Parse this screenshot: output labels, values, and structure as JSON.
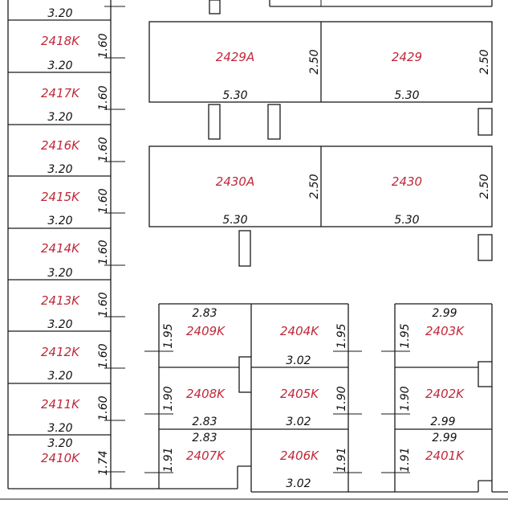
{
  "labels": {
    "r2418k": "2418K",
    "r2417k": "2417K",
    "r2416k": "2416K",
    "r2415k": "2415K",
    "r2414k": "2414K",
    "r2413k": "2413K",
    "r2412k": "2412K",
    "r2411k": "2411K",
    "r2410k": "2410K",
    "r2429a": "2429A",
    "r2429": "2429",
    "r2430a": "2430A",
    "r2430": "2430",
    "r2409k": "2409K",
    "r2404k": "2404K",
    "r2403k": "2403K",
    "r2408k": "2408K",
    "r2405k": "2405K",
    "r2402k": "2402K",
    "r2407k": "2407K",
    "r2406k": "2406K",
    "r2401k": "2401K"
  },
  "dims": {
    "w320": "3.20",
    "h160": "1.60",
    "h174": "1.74",
    "w530": "5.30",
    "h250": "2.50",
    "w283": "2.83",
    "w302": "3.02",
    "w299": "2.99",
    "h195": "1.95",
    "h190": "1.90",
    "h191": "1.91"
  },
  "colors": {
    "label": "#c0283a",
    "line": "#1a1a1a",
    "background": "#ffffff"
  }
}
